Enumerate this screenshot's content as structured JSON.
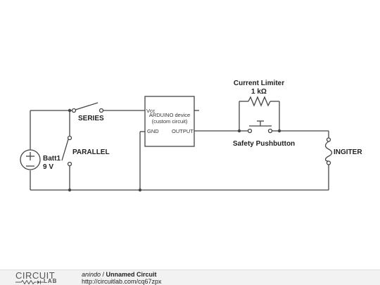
{
  "circuit": {
    "battery": {
      "name": "Batt1",
      "value": "9 V"
    },
    "series_label": "SERIES",
    "parallel_label": "PARALLEL",
    "device": {
      "pin_vcc": "Vcc",
      "name": "ARDUINO device",
      "subtitle": "(custom circuit)",
      "pin_gnd": "GND",
      "pin_output": "OUTPUT"
    },
    "limiter": {
      "label": "Current Limiter",
      "value": "1 kΩ"
    },
    "pushbutton_label": "Safety Pushbutton",
    "igniter_label": "INGITER"
  },
  "footer": {
    "logo_top": "CIRCUIT",
    "logo_bottom": "LAB",
    "author": "anindo",
    "separator": " / ",
    "title": "Unnamed Circuit",
    "url": "http://circuitlab.com/cq67zpx"
  }
}
